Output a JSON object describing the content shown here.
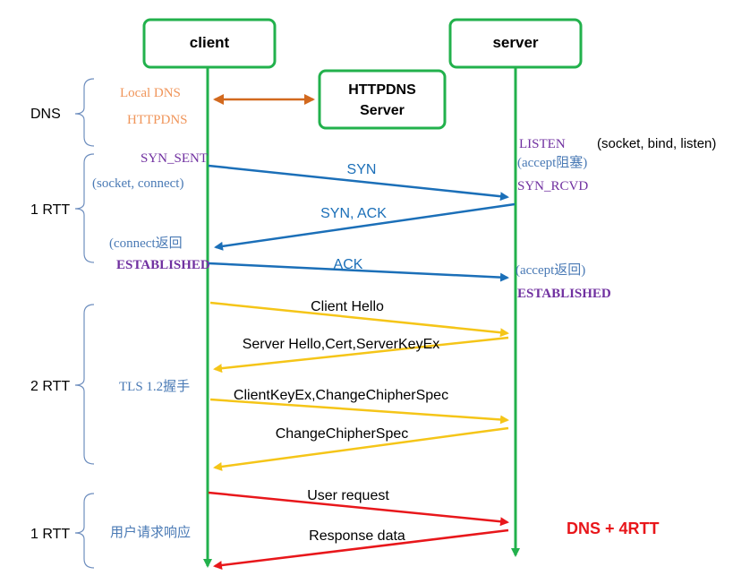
{
  "actors": {
    "client": "client",
    "server": "server",
    "httpdns_line1": "HTTPDNS",
    "httpdns_line2": "Server"
  },
  "phases": {
    "dns": "DNS",
    "rtt1": "1 RTT",
    "rtt2": "2 RTT",
    "rtt3": "1 RTT"
  },
  "notes": {
    "local_dns": "Local DNS",
    "httpdns": "HTTPDNS",
    "syn_sent": "SYN_SENT",
    "socket_connect": "(socket, connect)",
    "connect_return": "(connect返回",
    "established_client": "ESTABLISHED",
    "listen": "LISTEN",
    "listen_calls": "(socket, bind, listen)",
    "accept_block": "(accept阻塞)",
    "syn_rcvd": "SYN_RCVD",
    "accept_return": "(accept返回)",
    "established_server": "ESTABLISHED",
    "tls": "TLS 1.2握手",
    "user_req_resp": "用户请求响应",
    "total": "DNS + 4RTT"
  },
  "messages": {
    "syn": "SYN",
    "syn_ack": "SYN, ACK",
    "ack": "ACK",
    "client_hello": "Client Hello",
    "server_hello": "Server Hello,Cert,ServerKeyEx",
    "client_key": "ClientKeyEx,ChangeChipherSpec",
    "change_spec": "ChangeChipherSpec",
    "user_request": "User request",
    "response_data": "Response data"
  },
  "colors": {
    "box_border": "#22b14c",
    "lifeline": "#22b14c",
    "dns_arrow": "#d2691e",
    "tcp": "#1b6fb8",
    "tls": "#f5c518",
    "app": "#e8171b",
    "note_orange": "#f0955a",
    "note_purple": "#7030a0",
    "note_blue": "#4a7ab5",
    "total": "#e8171b",
    "bracket": "#6f8fbf"
  }
}
